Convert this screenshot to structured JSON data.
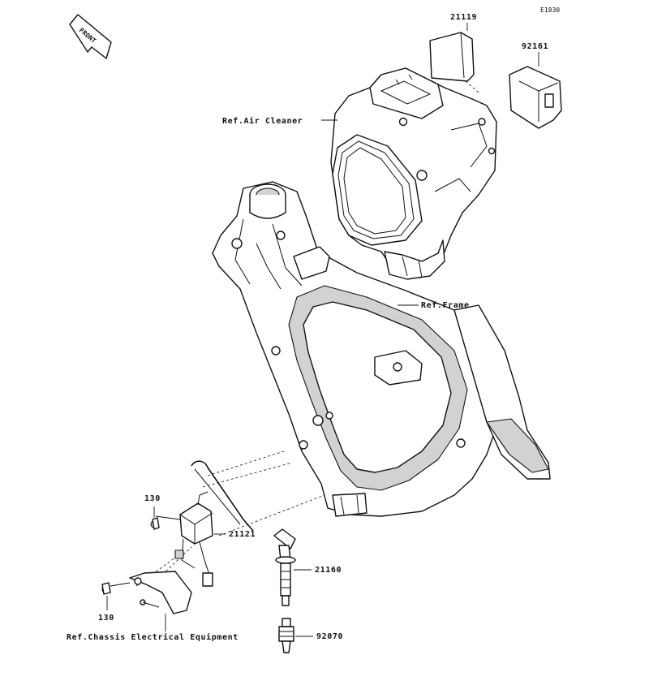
{
  "diagram_code": "E1830",
  "front_arrow_label": "FRONT",
  "labels": {
    "ref_air_cleaner": "Ref.Air Cleaner",
    "ref_frame": "Ref.Frame",
    "ref_chassis_electrical": "Ref.Chassis Electrical Equipment"
  },
  "parts": {
    "p21119": "21119",
    "p92161": "92161",
    "p130_upper": "130",
    "p21121": "21121",
    "p21160": "21160",
    "p130_lower": "130",
    "p92070": "92070"
  }
}
